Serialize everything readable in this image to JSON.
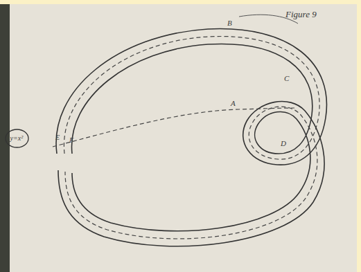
{
  "diagram": {
    "nodes": [
      {
        "text": [
          "y=x²"
        ]
      }
    ],
    "labels": [
      "Figure 9",
      "B",
      "C",
      "D",
      "A",
      "E",
      "F"
    ]
  }
}
